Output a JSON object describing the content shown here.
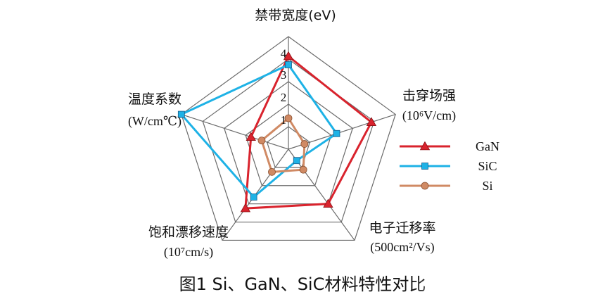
{
  "chart_data": {
    "type": "radar",
    "axes": [
      {
        "label": "禁带宽度(eV)",
        "unit": ""
      },
      {
        "label": "击穿场强",
        "unit": "(10⁶V/cm)"
      },
      {
        "label": "电子迁移率",
        "unit": "(500cm²/Vs)"
      },
      {
        "label": "饱和漂移速度",
        "unit": "(10⁷cm/s)"
      },
      {
        "label": "温度系数",
        "unit": "(W/cm℃)"
      }
    ],
    "ticks": [
      "1",
      "2",
      "3",
      "4"
    ],
    "rmax": 4,
    "rings": 5,
    "legend_position": "right",
    "series": [
      {
        "name": "GaN",
        "color": "#d9232d",
        "marker": "triangle",
        "values": [
          3.3,
          3.1,
          2.4,
          2.6,
          1.4
        ]
      },
      {
        "name": "SiC",
        "color": "#1eb2e6",
        "marker": "square",
        "values": [
          3.0,
          1.8,
          0.5,
          2.1,
          4.0
        ]
      },
      {
        "name": "Si",
        "color": "#d08a64",
        "marker": "circle",
        "values": [
          1.1,
          0.6,
          0.9,
          1.0,
          1.0
        ]
      }
    ]
  },
  "caption": "图1 Si、GaN、SiC材料特性对比"
}
